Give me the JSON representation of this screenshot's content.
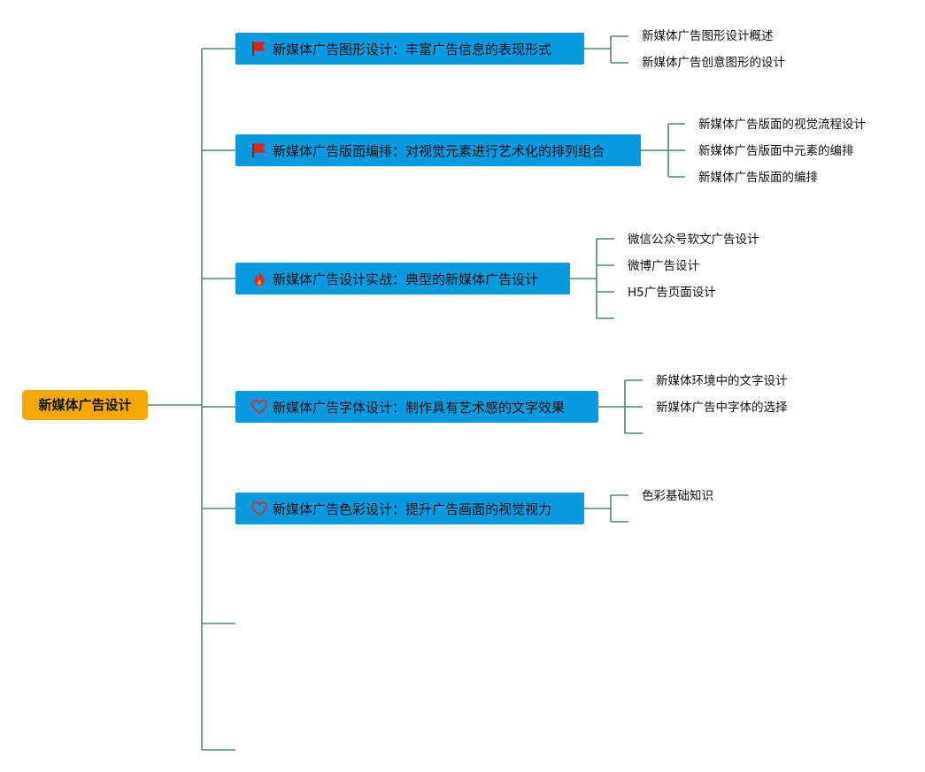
{
  "root": {
    "label": "新媒体广告设计"
  },
  "topics": [
    {
      "label": "新媒体广告图形设计：丰富广告信息的表现形式",
      "icon": "flag-icon",
      "subtopics": [
        "新媒体广告图形设计概述",
        "新媒体广告创意图形的设计"
      ]
    },
    {
      "label": "新媒体广告版面编排：对视觉元素进行艺术化的排列组合",
      "icon": "flag-icon",
      "subtopics": [
        "新媒体广告版面的视觉流程设计",
        "新媒体广告版面中元素的编排",
        "新媒体广告版面的编排"
      ]
    },
    {
      "label": "新媒体广告设计实战：典型的新媒体广告设计",
      "icon": "fire-icon",
      "subtopics": [
        "微信公众号软文广告设计",
        "微博广告设计",
        "H5广告页面设计"
      ]
    },
    {
      "label": "新媒体广告字体设计：制作具有艺术感的文字效果",
      "icon": "heart-icon",
      "subtopics": [
        "新媒体环境中的文字设计",
        "新媒体广告中字体的选择"
      ]
    },
    {
      "label": "新媒体广告色彩设计：提升广告画面的视觉视力",
      "icon": "heart-icon",
      "subtopics": [
        "色彩基础知识"
      ]
    }
  ],
  "colors": {
    "root_fill": "#f5a800",
    "topic_fill": "#0a9ae0",
    "connector": "#4f8a7a",
    "flag_icon": "#e02010",
    "fire_icon": "#e52a10",
    "heart_icon": "#d93030"
  }
}
